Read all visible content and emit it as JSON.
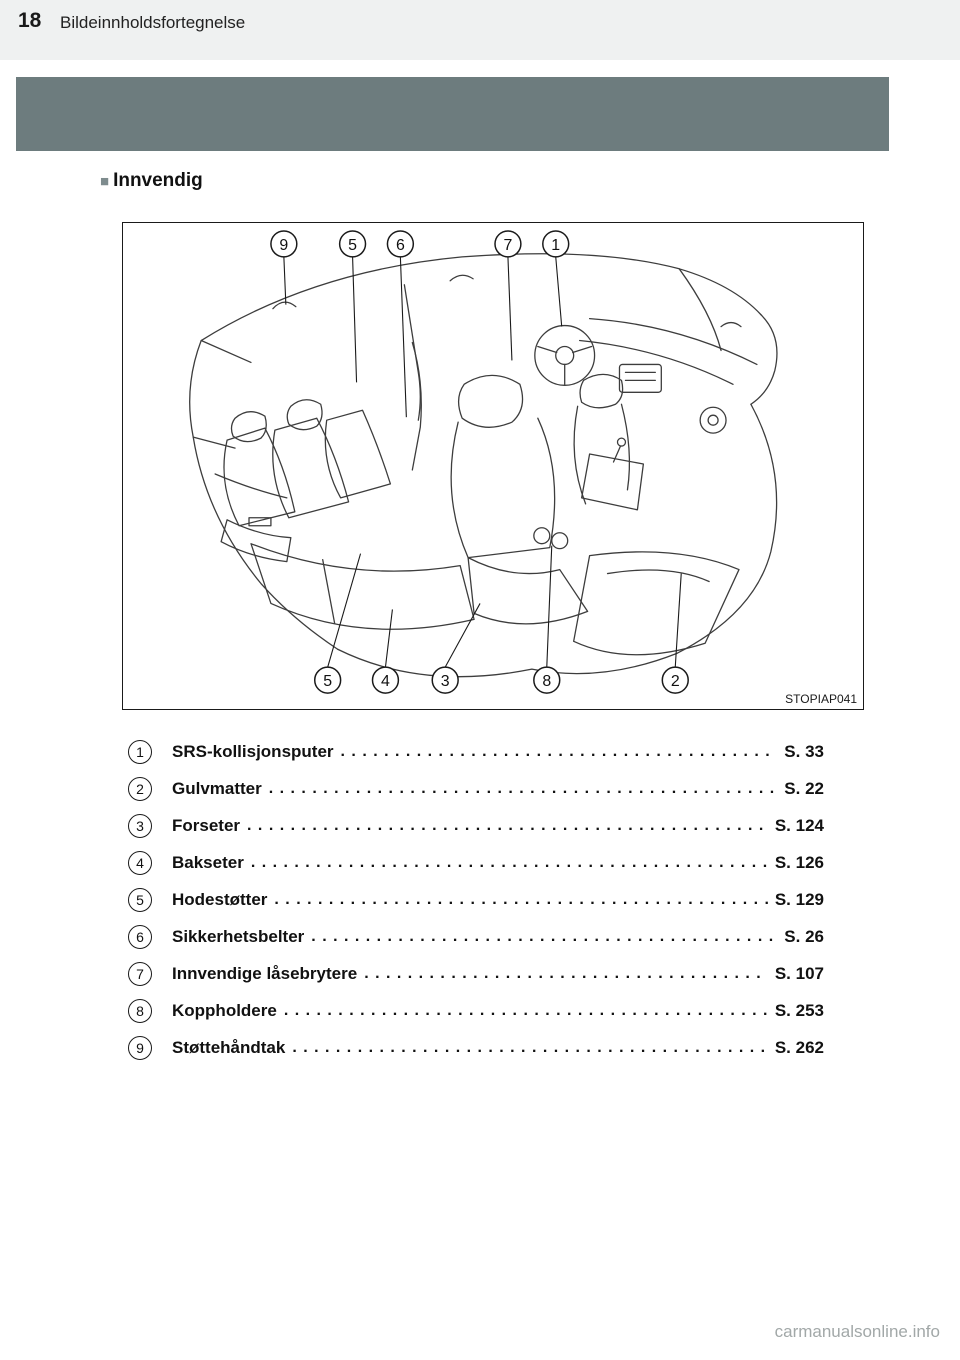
{
  "page": {
    "number": "18",
    "header_title": "Bildeinnholdsfortegnelse",
    "watermark": "carmanualsonline.info"
  },
  "section": {
    "bullet": "■",
    "title": "Innvendig"
  },
  "figure": {
    "code": "STOPIAP041",
    "callouts_top": [
      {
        "n": "9"
      },
      {
        "n": "5"
      },
      {
        "n": "6"
      },
      {
        "n": "7"
      },
      {
        "n": "1"
      }
    ],
    "callouts_bottom": [
      {
        "n": "5"
      },
      {
        "n": "4"
      },
      {
        "n": "3"
      },
      {
        "n": "8"
      },
      {
        "n": "2"
      }
    ]
  },
  "toc": {
    "leader_dots": ". . . . . . . . . . . . . . . . . . . . . . . . . . . . . . . . . . . . . . . . . . . . . . . . . . . . . . . . . . . . . . . . . . . . . . . . . . . . . . . .",
    "items": [
      {
        "num": "1",
        "label": "SRS-kollisjonsputer",
        "page": "S. 33"
      },
      {
        "num": "2",
        "label": "Gulvmatter",
        "page": "S. 22"
      },
      {
        "num": "3",
        "label": "Forseter",
        "page": "S. 124"
      },
      {
        "num": "4",
        "label": "Bakseter",
        "page": "S. 126"
      },
      {
        "num": "5",
        "label": "Hodestøtter",
        "page": "S. 129"
      },
      {
        "num": "6",
        "label": "Sikkerhetsbelter",
        "page": "S. 26"
      },
      {
        "num": "7",
        "label": "Innvendige låsebrytere",
        "page": "S. 107"
      },
      {
        "num": "8",
        "label": "Koppholdere",
        "page": "S. 253"
      },
      {
        "num": "9",
        "label": "Støttehåndtak",
        "page": "S. 262"
      }
    ]
  }
}
